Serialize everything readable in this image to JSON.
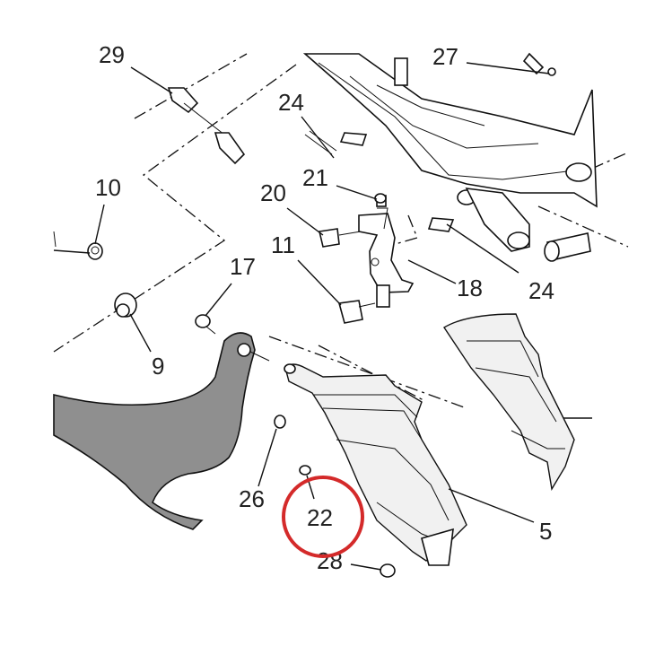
{
  "callouts": {
    "p29": "29",
    "p27": "27",
    "p24a": "24",
    "p10": "10",
    "p21": "21",
    "p20": "20",
    "p17": "17",
    "p11": "11",
    "p18": "18",
    "p24b": "24",
    "p9": "9",
    "p26": "26",
    "p22": "22",
    "p5": "5",
    "p28": "28"
  },
  "colors": {
    "highlight_circle": "#d42a2a",
    "line_art": "#111111",
    "shaded_part": "#8f8f8f"
  }
}
